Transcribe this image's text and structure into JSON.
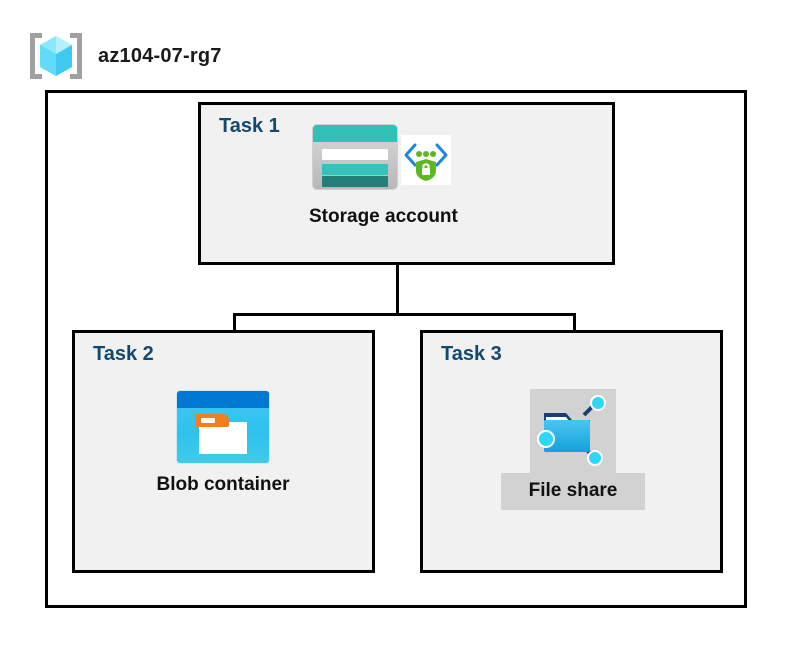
{
  "header": {
    "icon": "resource-group-icon",
    "title": "az104-07-rg7"
  },
  "diagram": {
    "type": "hierarchy",
    "boundary_name": "resource-group-boundary",
    "nodes": [
      {
        "id": "task-1",
        "task_label": "Task 1",
        "caption": "Storage account",
        "icon": "storage-account-icon",
        "badge_icon": "secure-endpoint-shield-icon",
        "highlighted": false
      },
      {
        "id": "task-2",
        "task_label": "Task 2",
        "caption": "Blob container",
        "icon": "blob-container-icon",
        "highlighted": false
      },
      {
        "id": "task-3",
        "task_label": "Task 3",
        "caption": "File share",
        "icon": "file-share-icon",
        "highlighted": true
      }
    ],
    "connections": [
      {
        "from": "task-1",
        "to": "task-2"
      },
      {
        "from": "task-1",
        "to": "task-3"
      }
    ]
  },
  "colors": {
    "task_label": "#12496e",
    "box_fill": "#f1f1f1",
    "box_border": "#000000",
    "storage_teal": "#32bfb6",
    "blob_blue": "#0078d4",
    "blob_cyan": "#2fc1ee",
    "shield_green": "#5cb820",
    "bracket_gray": "#a0a0a0",
    "cube_cyan": "#55d9f5",
    "highlight_gray": "#d2d2d2",
    "caption_text": "#111111"
  }
}
